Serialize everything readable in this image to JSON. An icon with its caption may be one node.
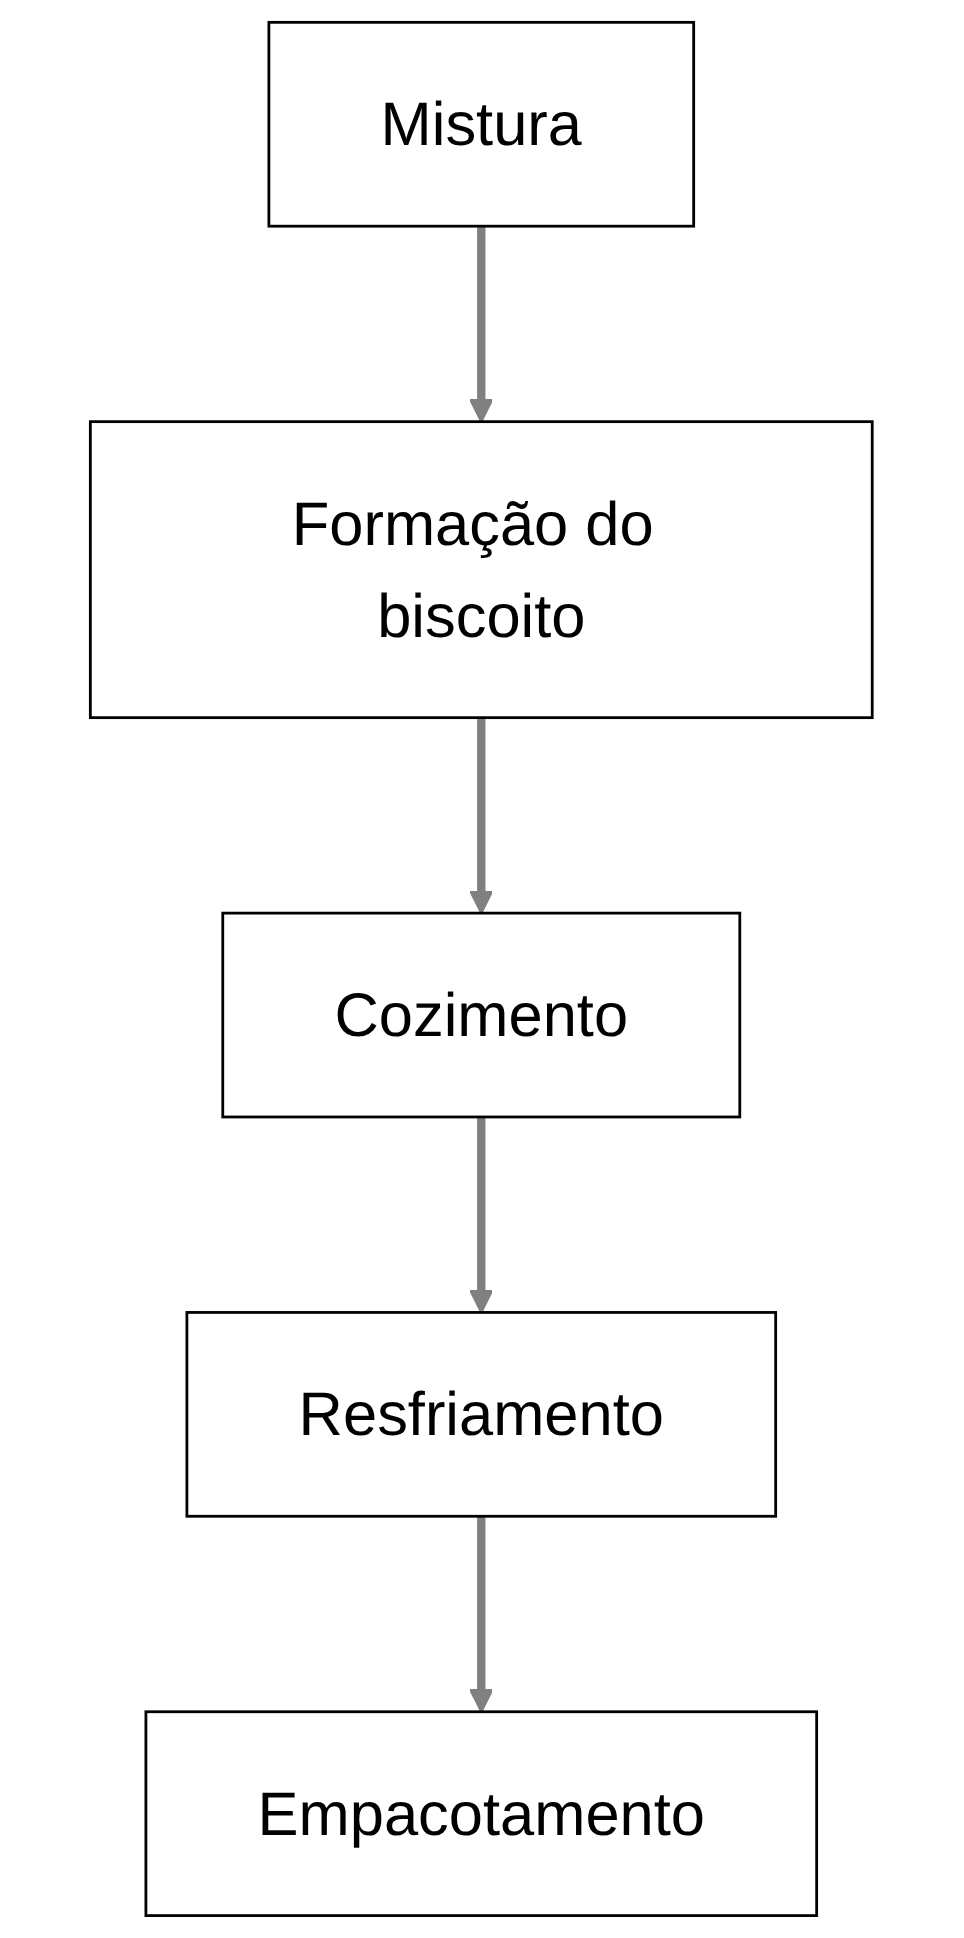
{
  "diagram": {
    "nodes": [
      {
        "text": [
          "Mistura"
        ]
      },
      {
        "text": [
          "Formação do biscoito"
        ]
      },
      {
        "text": [
          "Cozimento"
        ]
      },
      {
        "text": [
          "Resfriamento"
        ]
      },
      {
        "text": [
          "Empacotamento"
        ]
      }
    ],
    "edges": [
      {
        "from": 0,
        "to": 1,
        "arrow": "to"
      },
      {
        "from": 1,
        "to": 2,
        "arrow": "to"
      },
      {
        "from": 2,
        "to": 3,
        "arrow": "to"
      },
      {
        "from": 3,
        "to": 4,
        "arrow": "to"
      }
    ]
  }
}
